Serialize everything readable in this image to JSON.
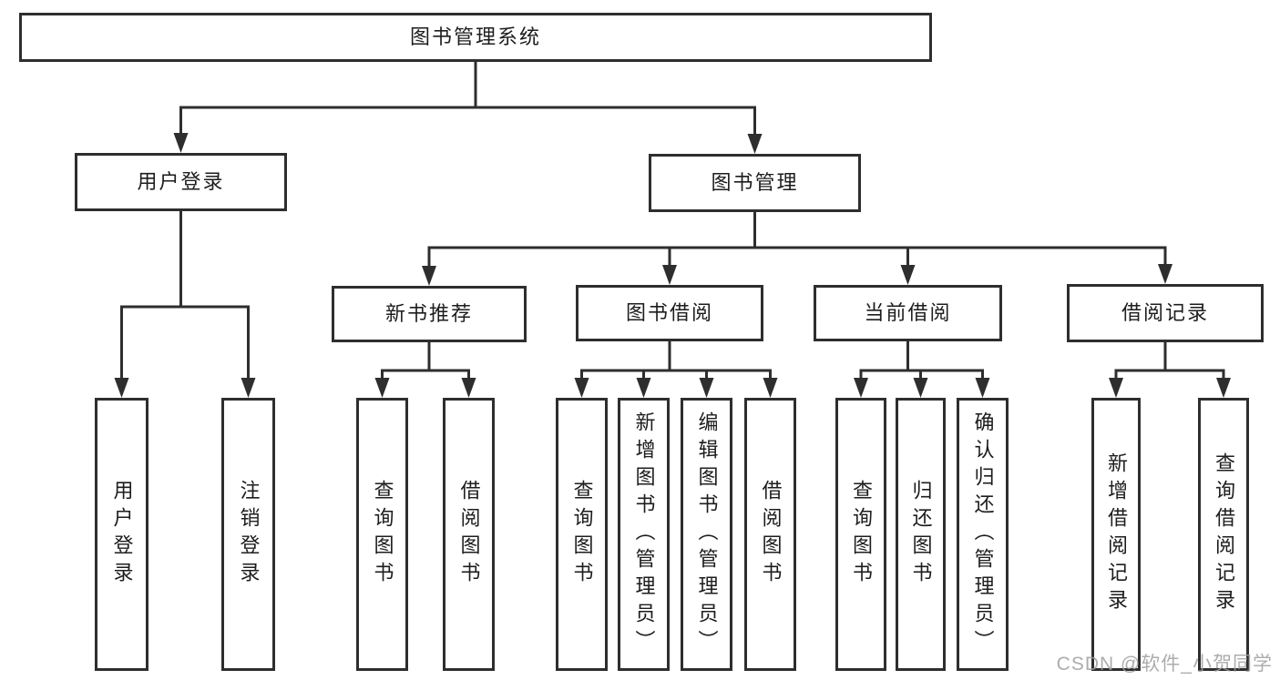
{
  "diagram": {
    "title": "图书管理系统",
    "watermark": "CSDN @软件_小贺同学",
    "colors": {
      "background": "#ffffff",
      "box_fill": "#ffffff",
      "box_border": "#2e2e2e",
      "line": "#2e2e2e",
      "text": "#1d1d1d",
      "watermark": "#9e9e9e"
    },
    "nodes": {
      "root": {
        "label": "图书管理系统"
      },
      "login": {
        "label": "用户登录"
      },
      "book_mgmt": {
        "label": "图书管理"
      },
      "login_user": {
        "label": "用户登录"
      },
      "login_logout": {
        "label": "注销登录"
      },
      "new_book": {
        "label": "新书推荐"
      },
      "book_borrow": {
        "label": "图书借阅"
      },
      "current_borrow": {
        "label": "当前借阅"
      },
      "borrow_records": {
        "label": "借阅记录"
      },
      "nb_query": {
        "label": "查询图书"
      },
      "nb_borrow": {
        "label": "借阅图书"
      },
      "bb_query": {
        "label": "查询图书"
      },
      "bb_add": {
        "label": "新增图书（管理员）"
      },
      "bb_edit": {
        "label": "编辑图书（管理员）"
      },
      "bb_borrow": {
        "label": "借阅图书"
      },
      "cb_query": {
        "label": "查询图书"
      },
      "cb_return": {
        "label": "归还图书"
      },
      "cb_confirm": {
        "label": "确认归还（管理员）"
      },
      "br_add": {
        "label": "新增借阅记录"
      },
      "br_query": {
        "label": "查询借阅记录"
      }
    },
    "edges": [
      [
        "root",
        "login"
      ],
      [
        "root",
        "book_mgmt"
      ],
      [
        "login",
        "login_user"
      ],
      [
        "login",
        "login_logout"
      ],
      [
        "book_mgmt",
        "new_book"
      ],
      [
        "book_mgmt",
        "book_borrow"
      ],
      [
        "book_mgmt",
        "current_borrow"
      ],
      [
        "book_mgmt",
        "borrow_records"
      ],
      [
        "new_book",
        "nb_query"
      ],
      [
        "new_book",
        "nb_borrow"
      ],
      [
        "book_borrow",
        "bb_query"
      ],
      [
        "book_borrow",
        "bb_add"
      ],
      [
        "book_borrow",
        "bb_edit"
      ],
      [
        "book_borrow",
        "bb_borrow"
      ],
      [
        "current_borrow",
        "cb_query"
      ],
      [
        "current_borrow",
        "cb_return"
      ],
      [
        "current_borrow",
        "cb_confirm"
      ],
      [
        "borrow_records",
        "br_add"
      ],
      [
        "borrow_records",
        "br_query"
      ]
    ]
  }
}
